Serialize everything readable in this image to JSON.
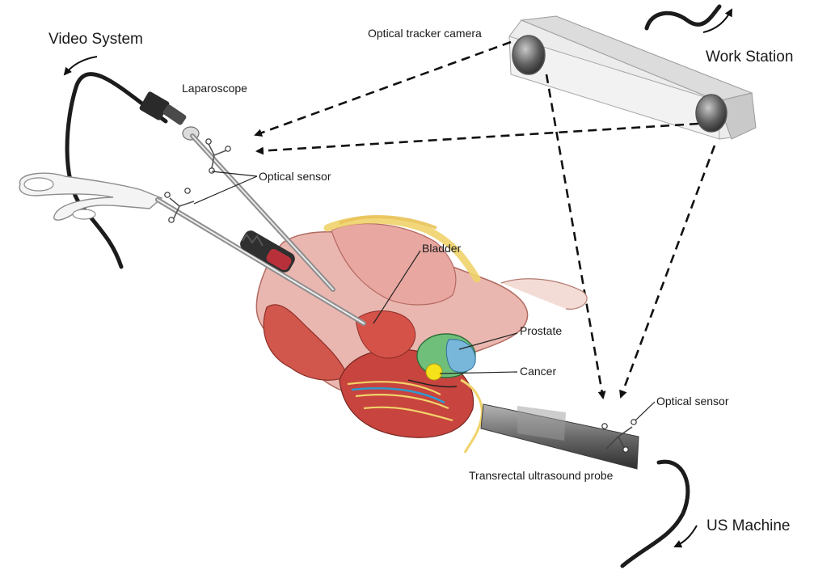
{
  "labels": {
    "video_system": "Video System",
    "laparoscope": "Laparoscope",
    "optical_tracker_camera": "Optical tracker camera",
    "work_station": "Work Station",
    "optical_sensor_top": "Optical sensor",
    "bladder": "Bladder",
    "prostate": "Prostate",
    "cancer": "Cancer",
    "optical_sensor_probe": "Optical sensor",
    "transrectal_probe": "Transrectal ultrasound probe",
    "us_machine": "US Machine"
  },
  "colors": {
    "cable": "#1c1c1c",
    "camera_body": "#eeeeee",
    "lens": "#6f6f6f",
    "tissue_red": "#c8443e",
    "tissue_pink": "#eab7b0",
    "fat_yellow": "#f0d36a",
    "prostate_green": "#6fbf7a",
    "prostate_blue": "#79b7e0",
    "cancer_yellow": "#f6e21b",
    "probe_gray": "#6e6e6e",
    "instrument_white": "#f4f4f4"
  }
}
